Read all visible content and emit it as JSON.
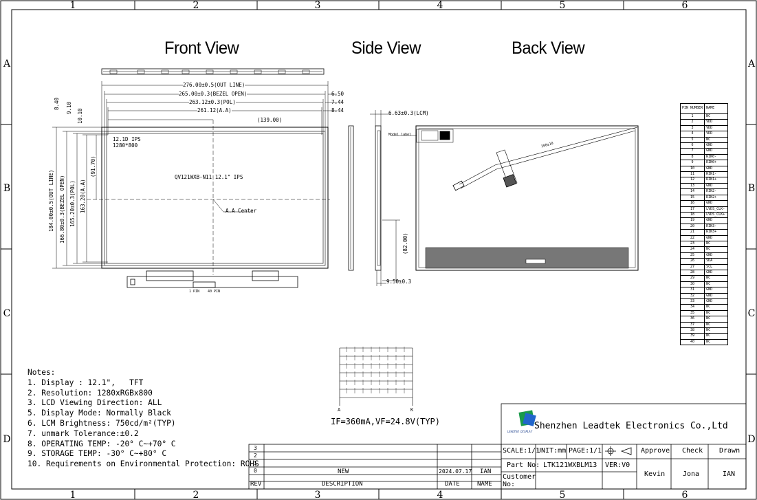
{
  "frame": {
    "col_labels": [
      "1",
      "2",
      "3",
      "4",
      "5",
      "6"
    ],
    "row_labels": [
      "A",
      "B",
      "C",
      "D"
    ]
  },
  "views": {
    "front": "Front View",
    "side": "Side View",
    "back": "Back View"
  },
  "front_dims": {
    "outline_w": "276.00±0.5(OUT LINE)",
    "bezel_w": "265.00±0.3(BEZEL OPEN)",
    "pol_w": "263.12±0.3(POL)",
    "aa_w": "261.12(A.A)",
    "half_w": "(139.00)",
    "r1": "6.50",
    "r2": "7.44",
    "r3": "8.44",
    "t1": "8.40",
    "t2": "9.10",
    "t3": "10.10",
    "outline_h": "184.00±0.5(OUT LINE)",
    "bezel_h": "166.80±0.3(BEZEL OPEN)",
    "pol_h": "165.20±0.3(POL)",
    "aa_h": "163.20(A.A)",
    "half_h": "(91.70)",
    "spec1": "12.1D IPS",
    "spec2": "1280*800",
    "model": "QV121WXB-N11 12.1\" IPS",
    "aa_center": "A.A Center",
    "pin1": "1 PIN",
    "pin40": "40 PIN"
  },
  "side_dims": {
    "thickness": "6.63±0.3(LCM)",
    "height": "(82.00)",
    "bottom": "9.50±0.3"
  },
  "back_dims": {
    "model_label": "Model label",
    "cable": "200±10"
  },
  "led": {
    "anode": "A",
    "cathode": "K",
    "spec": "IF=360mA,VF=24.8V(TYP)"
  },
  "notes": {
    "title": "Notes:",
    "items": [
      "1. Display : 12.1\",   TFT",
      "2. Resolution: 1280xRGBx800",
      "3. LCD Viewing Direction: ALL",
      "5. Display Mode: Normally Black",
      "6. LCM Brightness: 750cd/m²(TYP)",
      "7. unmark Tolerance:±0.2",
      "8. OPERATING TEMP: -20° C~+70° C",
      "9. STORAGE TEMP: -30° C~+80° C",
      "10. Requirements on Environmental Protection: ROHS"
    ]
  },
  "pin_table": {
    "headers": [
      "PIN NUMBER",
      "NAME"
    ],
    "rows": [
      [
        "1",
        "NC"
      ],
      [
        "2",
        "VDD"
      ],
      [
        "3",
        "VDD"
      ],
      [
        "4",
        "VDD"
      ],
      [
        "5",
        "NC"
      ],
      [
        "6",
        "GND"
      ],
      [
        "7",
        "GND"
      ],
      [
        "8",
        "RIN0-"
      ],
      [
        "9",
        "RIN0+"
      ],
      [
        "10",
        "GND"
      ],
      [
        "11",
        "RIN1-"
      ],
      [
        "12",
        "RIN1+"
      ],
      [
        "13",
        "GND"
      ],
      [
        "14",
        "RIN2-"
      ],
      [
        "15",
        "RIN2+"
      ],
      [
        "16",
        "GND"
      ],
      [
        "17",
        "LVDS_CLK-"
      ],
      [
        "18",
        "LVDS_CLK+"
      ],
      [
        "19",
        "GND"
      ],
      [
        "20",
        "RIN3-"
      ],
      [
        "21",
        "RIN3+"
      ],
      [
        "22",
        "GND"
      ],
      [
        "23",
        "NC"
      ],
      [
        "24",
        "NC"
      ],
      [
        "25",
        "GND"
      ],
      [
        "26",
        "SDA"
      ],
      [
        "27",
        "SCL"
      ],
      [
        "28",
        "GND"
      ],
      [
        "29",
        "NC"
      ],
      [
        "30",
        "NC"
      ],
      [
        "31",
        "GND"
      ],
      [
        "32",
        "GND"
      ],
      [
        "33",
        "GND"
      ],
      [
        "34",
        "NC"
      ],
      [
        "35",
        "NC"
      ],
      [
        "36",
        "NC"
      ],
      [
        "37",
        "NC"
      ],
      [
        "38",
        "NC"
      ],
      [
        "39",
        "NC"
      ],
      [
        "40",
        "NC"
      ]
    ]
  },
  "title_block": {
    "company": "Shenzhen Leadtek Electronics Co.,Ltd",
    "logo_text": "LEADTEK DISPLAY",
    "scale": "SCALE:1/1",
    "unit": "UNIT:mm",
    "page": "PAGE:1/1",
    "approve": "Approve",
    "check": "Check",
    "drawn": "Drawn",
    "approve_name": "Kevin",
    "check_name": "Jona",
    "drawn_name": "IAN",
    "part_no_label": "Part No:",
    "part_no": "LTK121WXBLM13",
    "ver": "VER:V0",
    "customer_label": "Customer No:",
    "rev_marks": [
      "3",
      "2",
      "1",
      "0"
    ],
    "rev_desc": "NEW",
    "rev_date": "2024.07.17",
    "rev_name": "IAN",
    "rev_h": "REV",
    "desc_h": "DESCRIPTION",
    "date_h": "DATE",
    "name_h": "NAME"
  }
}
